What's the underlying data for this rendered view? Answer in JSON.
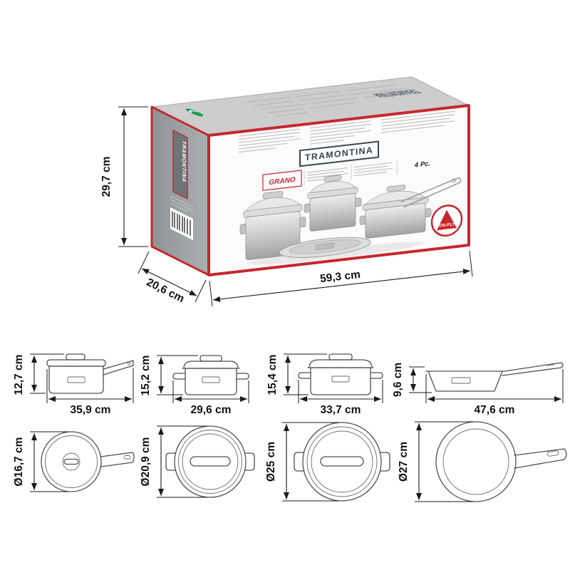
{
  "box": {
    "brand_front": "TRAMONTINA",
    "brand_side": "TRAMONTINA",
    "brand_top": "TRAMONTINA",
    "line_name": "GRANO",
    "pieces_label": "4 Pc.",
    "badge_label": "TRI-PLY",
    "dim_height": "29,7 cm",
    "dim_depth": "20,6 cm",
    "dim_width": "59,3 cm",
    "accent_red": "#c6272e"
  },
  "side_views": [
    {
      "item": "saucepan",
      "dim_height": "12,7 cm",
      "dim_width": "35,9 cm"
    },
    {
      "item": "casserole-small",
      "dim_height": "15,2 cm",
      "dim_width": "29,6 cm"
    },
    {
      "item": "casserole-large",
      "dim_height": "15,4 cm",
      "dim_width": "33,7 cm"
    },
    {
      "item": "frying-pan",
      "dim_height": "9,6 cm",
      "dim_width": "47,6 cm"
    }
  ],
  "top_views": [
    {
      "item": "saucepan",
      "dim_diameter": "Ø16,7 cm"
    },
    {
      "item": "casserole-small",
      "dim_diameter": "Ø20,9 cm"
    },
    {
      "item": "casserole-large",
      "dim_diameter": "Ø25 cm"
    },
    {
      "item": "frying-pan",
      "dim_diameter": "Ø27 cm"
    }
  ]
}
